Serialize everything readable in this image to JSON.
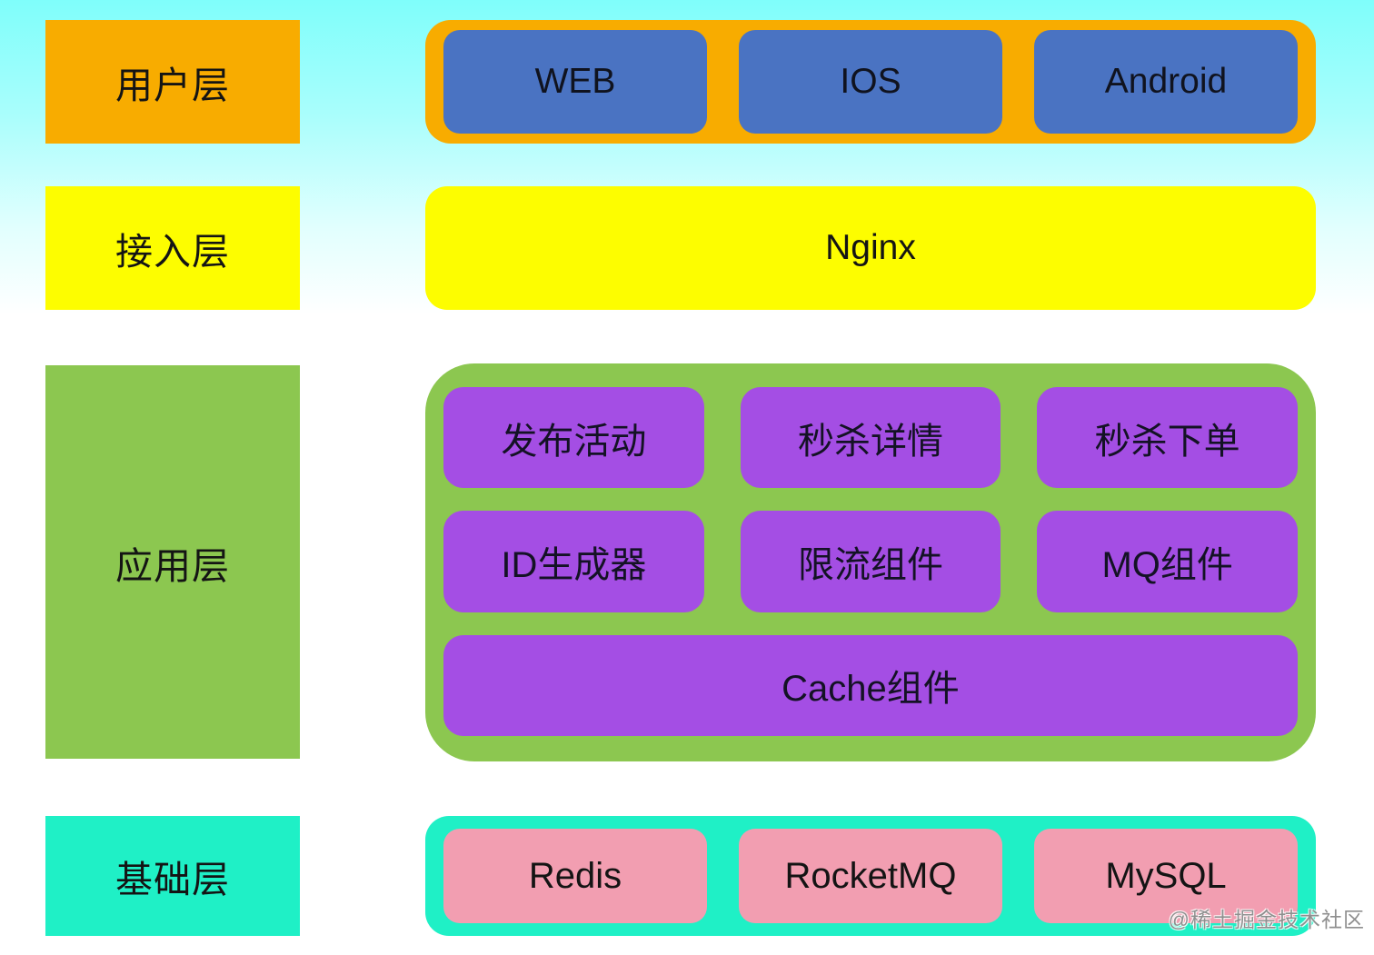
{
  "diagram_title": "seckill-system-architecture",
  "layers": [
    {
      "id": "user-layer",
      "label": "用户层",
      "color": "#f8ac00",
      "items": [
        {
          "label": "WEB",
          "color": "#4a73c2"
        },
        {
          "label": "IOS",
          "color": "#4a73c2"
        },
        {
          "label": "Android",
          "color": "#4a73c2"
        }
      ]
    },
    {
      "id": "access-layer",
      "label": "接入层",
      "color": "#fdfd00",
      "items": [
        {
          "label": "Nginx",
          "color": "#fdfd00"
        }
      ]
    },
    {
      "id": "application-layer",
      "label": "应用层",
      "color": "#8cc750",
      "items": [
        {
          "label": "发布活动",
          "color": "#a44ee4"
        },
        {
          "label": "秒杀详情",
          "color": "#a44ee4"
        },
        {
          "label": "秒杀下单",
          "color": "#a44ee4"
        },
        {
          "label": "ID生成器",
          "color": "#a44ee4"
        },
        {
          "label": "限流组件",
          "color": "#a44ee4"
        },
        {
          "label": "MQ组件",
          "color": "#a44ee4"
        },
        {
          "label": "Cache组件",
          "color": "#a44ee4"
        }
      ]
    },
    {
      "id": "infrastructure-layer",
      "label": "基础层",
      "color": "#1ff0c6",
      "items": [
        {
          "label": "Redis",
          "color": "#f29eb1"
        },
        {
          "label": "RocketMQ",
          "color": "#f29eb1"
        },
        {
          "label": "MySQL",
          "color": "#f29eb1"
        }
      ]
    }
  ],
  "watermark": "@稀土掘金技术社区",
  "colors": {
    "background_top": "#7ffefb",
    "background_bottom": "#ffffff",
    "orange": "#f8ac00",
    "blue": "#4a73c2",
    "yellow": "#fdfd00",
    "green": "#8cc750",
    "purple": "#a44ee4",
    "spring_green": "#1ff0c6",
    "pink": "#f29eb1",
    "text": "#141414",
    "watermark_gray": "#8f8f8f"
  }
}
